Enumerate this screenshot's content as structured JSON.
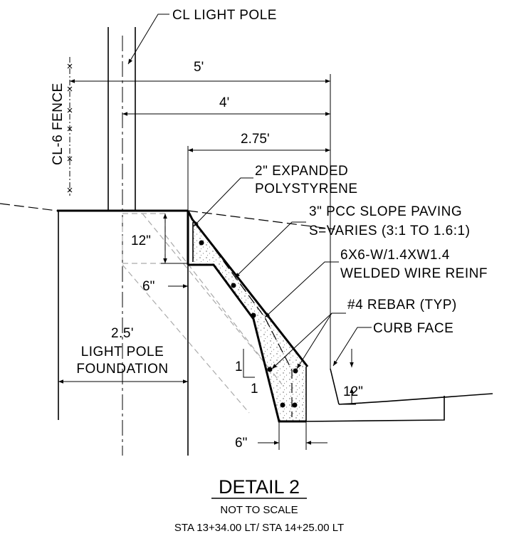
{
  "labels": {
    "cl_light_pole": "CL LIGHT POLE",
    "fence": "CL-6 FENCE",
    "eps_line1": "2\" EXPANDED",
    "eps_line2": "POLYSTYRENE",
    "pcc_line1": "3\" PCC SLOPE PAVING",
    "pcc_line2": "S=VARIES (3:1 TO 1.6:1)",
    "wwr_line1": "6X6-W/1.4XW1.4",
    "wwr_line2": "WELDED WIRE REINF",
    "rebar": "#4 REBAR (TYP)",
    "curb_face": "CURB FACE",
    "foundation_line1": "2.5'",
    "foundation_line2": "LIGHT POLE",
    "foundation_line3": "FOUNDATION"
  },
  "dimensions": {
    "d_5ft": "5'",
    "d_4ft": "4'",
    "d_275ft": "2.75'",
    "d_12in_top": "12\"",
    "d_6in_left": "6\"",
    "d_12in_right": "12\"",
    "d_6in_bottom": "6\"",
    "slope_rise": "1",
    "slope_run": "1"
  },
  "title": {
    "main": "DETAIL 2",
    "scale": "NOT TO SCALE",
    "station": "STA 13+34.00 LT/ STA 14+25.00 LT"
  }
}
